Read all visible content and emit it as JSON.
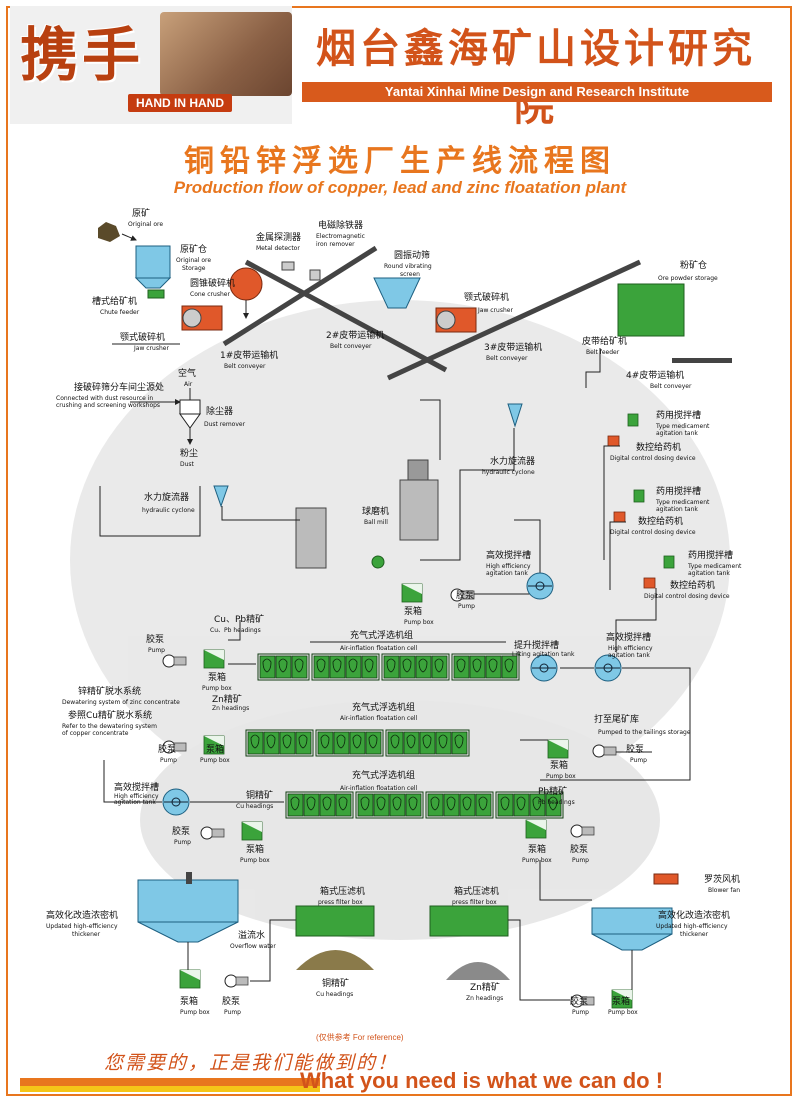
{
  "header": {
    "logo_text": "携手",
    "logo_sub": "HAND IN HAND",
    "company_cn": "烟台鑫海矿山设计研究院",
    "company_en": "Yantai Xinhai Mine Design and Research Institute"
  },
  "title_cn": "铜铅锌浮选厂生产线流程图",
  "title_en": "Production flow of copper, lead and zinc floatation plant",
  "labels": {
    "ore_cn": "原矿",
    "ore_en": "Original ore",
    "storage_cn": "原矿仓",
    "storage_en1": "Original ore",
    "storage_en2": "Storage",
    "chute_cn": "槽式给矿机",
    "chute_en": "Chute feeder",
    "jaw1_cn": "颚式破碎机",
    "jaw1_en": "Jaw crusher",
    "cone_cn": "圆锥破碎机",
    "cone_en": "Cone crusher",
    "metal_cn": "金属探测器",
    "metal_en": "Metal detector",
    "magnet_cn": "电磁除铁器",
    "magnet_en1": "Electromagnetic",
    "magnet_en2": "iron remover",
    "screen_cn": "圆振动筛",
    "screen_en1": "Round vibrating",
    "screen_en2": "screen",
    "jaw2_cn": "颚式破碎机",
    "jaw2_en": "Jaw crusher",
    "powder_cn": "粉矿仓",
    "powder_en": "Ore powder storage",
    "belt1_cn": "1#皮带运输机",
    "belt1_en": "Belt conveyer",
    "belt2_cn": "2#皮带运输机",
    "belt2_en": "Belt conveyer",
    "belt3_cn": "3#皮带运输机",
    "belt3_en": "Belt conveyer",
    "beltfeed_cn": "皮带给矿机",
    "beltfeed_en": "Belt feeder",
    "belt4_cn": "4#皮带运输机",
    "belt4_en": "Belt conveyer",
    "air_cn": "空气",
    "air_en": "Air",
    "connect_cn": "接破碎筛分车间尘源处",
    "connect_en1": "Connected with dust resource in",
    "connect_en2": "crushing and screening workshops",
    "dustrem_cn": "除尘器",
    "dustrem_en": "Dust remover",
    "dust_cn": "粉尘",
    "dust_en": "Dust",
    "cyclone1_cn": "水力旋流器",
    "cyclone1_en": "hydraulic cyclone",
    "cyclone2_cn": "水力旋流器",
    "cyclone2_en": "hydraulic cyclone",
    "ballmill_cn": "球磨机",
    "ballmill_en": "Ball mill",
    "pumpbox_cn": "泵箱",
    "pumpbox_en": "Pump box",
    "pump_cn": "胶泵",
    "pump_en": "Pump",
    "agit1_cn": "药用搅拌槽",
    "agit1_en1": "Type medicament",
    "agit1_en2": "agitation tank",
    "dose1_cn": "数控给药机",
    "dose1_en": "Digital control dosing device",
    "agit2_cn": "药用搅拌槽",
    "agit2_en1": "Type medicament",
    "agit2_en2": "agitation tank",
    "dose2_cn": "数控给药机",
    "dose2_en": "Digital control dosing device",
    "agit3_cn": "药用搅拌槽",
    "agit3_en1": "Type medicament",
    "agit3_en2": "agitation tank",
    "dose3_cn": "数控给药机",
    "dose3_en": "Digital control dosing device",
    "hiagit1_cn": "高效搅拌槽",
    "hiagit1_en1": "High efficiency",
    "hiagit1_en2": "agitation tank",
    "cupb_cn": "Cu、Pb精矿",
    "cupb_en": "Cu、Pb headings",
    "float1_cn": "充气式浮选机组",
    "float1_en": "Air-inflation floatation cell",
    "lift_cn": "提升搅拌槽",
    "lift_en": "Lifting agitation tank",
    "hiagit2_cn": "高效搅拌槽",
    "hiagit2_en1": "High efficiency",
    "hiagit2_en2": "agitation tank",
    "zn_dew_cn": "锌精矿脱水系统",
    "zn_dew_en": "Dewatering system of zinc concentrate",
    "cu_dew_cn": "参照Cu精矿脱水系统",
    "cu_dew_en1": "Refer to the dewatering system",
    "cu_dew_en2": "of copper concentrate",
    "zn_cn": "Zn精矿",
    "zn_en": "Zn headings",
    "float2_cn": "充气式浮选机组",
    "float2_en": "Air-inflation floatation cell",
    "tail_cn": "打至尾矿库",
    "tail_en": "Pumped to the tailings storage",
    "hiagit3_cn": "高效搅拌槽",
    "hiagit3_en1": "High efficiency",
    "hiagit3_en2": "agitation tank",
    "cuhead_cn": "铜精矿",
    "cuhead_en": "Cu headings",
    "float3_cn": "充气式浮选机组",
    "float3_en": "Air-inflation floatation cell",
    "pbhead_cn": "Pb精矿",
    "pbhead_en": "Pb headings",
    "blower_cn": "罗茨风机",
    "blower_en": "Blower fan",
    "thick1_cn": "高效化改造浓密机",
    "thick1_en1": "Updated high-efficiency",
    "thick1_en2": "thickener",
    "thick2_cn": "高效化改造浓密机",
    "thick2_en1": "Updated high-efficiency",
    "thick2_en2": "thickener",
    "overflow_cn": "溢流水",
    "overflow_en": "Overflow water",
    "press1_cn": "箱式压滤机",
    "press1_en": "press filter box",
    "press2_cn": "箱式压滤机",
    "press2_en": "press filter box",
    "cuh2_cn": "铜精矿",
    "cuh2_en": "Cu headings",
    "znh2_cn": "Zn精矿",
    "znh2_en": "Zn headings"
  },
  "footer": {
    "note": "(仅供参考 For reference)",
    "slogan_cn": "您需要的，正是我们能做到的！",
    "slogan_en": "What you need is what we can do !"
  },
  "colors": {
    "accent": "#e8761e",
    "equip_red": "#e0582a",
    "cell_green": "#3ba33b",
    "pipe": "#222222"
  }
}
